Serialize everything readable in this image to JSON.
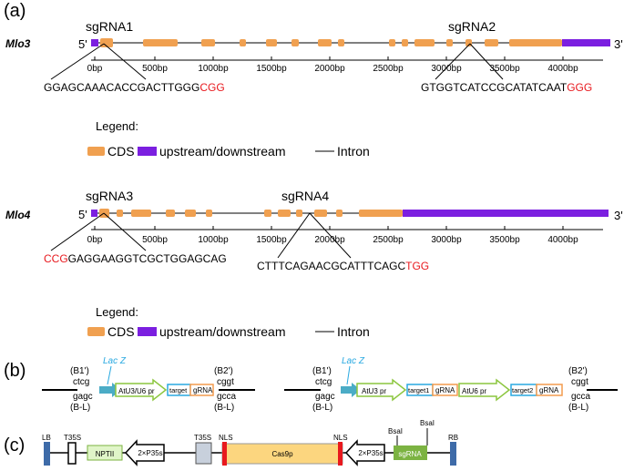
{
  "panel_labels": {
    "a": "(a)",
    "b": "(b)",
    "c": "(c)"
  },
  "colors": {
    "cds": "#F0A050",
    "utr": "#7B1FE0",
    "pam": "#E8191E",
    "lacz": "#4BACC6",
    "promoter": "#8CC63F",
    "target": "#29A9E1",
    "grna": "#F39C4F",
    "nptii_fill": "#E0F5C8",
    "nptii_stroke": "#7CB342",
    "t35s_fill": "#C8D0DC",
    "cas9_fill": "#FCD67F",
    "nls": "#E8191E",
    "sgrna_box": "#7CB342",
    "border": "#3E6BA8"
  },
  "mlo3": {
    "gene_name": "Mlo3",
    "five_prime": "5'",
    "three_prime": "3'",
    "sgrna1_label": "sgRNA1",
    "sgrna2_label": "sgRNA2",
    "sgrna1_seq": "GGAGCAAACACCGACTTGGG",
    "sgrna1_pam": "CGG",
    "sgrna2_seq": "GTGGTCATCCGCATATCAAT",
    "sgrna2_pam": "GGG",
    "ticks": [
      "0bp",
      "500bp",
      "1000bp",
      "1500bp",
      "2000bp",
      "2500bp",
      "3000bp",
      "3500bp",
      "4000bp"
    ]
  },
  "mlo4": {
    "gene_name": "Mlo4",
    "five_prime": "5'",
    "three_prime": "3'",
    "sgrna3_label": "sgRNA3",
    "sgrna4_label": "sgRNA4",
    "sgrna3_pam": "CCG",
    "sgrna3_seq": "GAGGAAGGTCGCTGGAGCAG",
    "sgrna4_seq": "CTTTCAGAACGCATTTCAGC",
    "sgrna4_pam": "TGG",
    "ticks": [
      "0bp",
      "500bp",
      "1000bp",
      "1500bp",
      "2000bp",
      "2500bp",
      "3000bp",
      "3500bp",
      "4000bp"
    ]
  },
  "legend": {
    "title": "Legend:",
    "cds": "CDS",
    "updown": "upstream/downstream",
    "intron": "Intron"
  },
  "panel_b": {
    "b1": "(B1')",
    "b2": "(B2')",
    "bl": "(B-L)",
    "ctcg": "ctcg",
    "gagc": "gagc",
    "cggt": "cggt",
    "gcca": "gcca",
    "lacz": "Lac Z",
    "atu3u6_pr": "AtU3/U6 pr",
    "atu3_pr": "AtU3 pr",
    "atu6_pr": "AtU6 pr",
    "target": "target",
    "target1": "target1",
    "target2": "target2",
    "grna": "gRNA"
  },
  "panel_c": {
    "lb": "LB",
    "rb": "RB",
    "t35s": "T35S",
    "nptii": "NPTII",
    "p35s": "2×P35s",
    "nls": "NLS",
    "cas9p": "Cas9p",
    "bsai": "BsaI",
    "sgrna": "sgRNA"
  }
}
